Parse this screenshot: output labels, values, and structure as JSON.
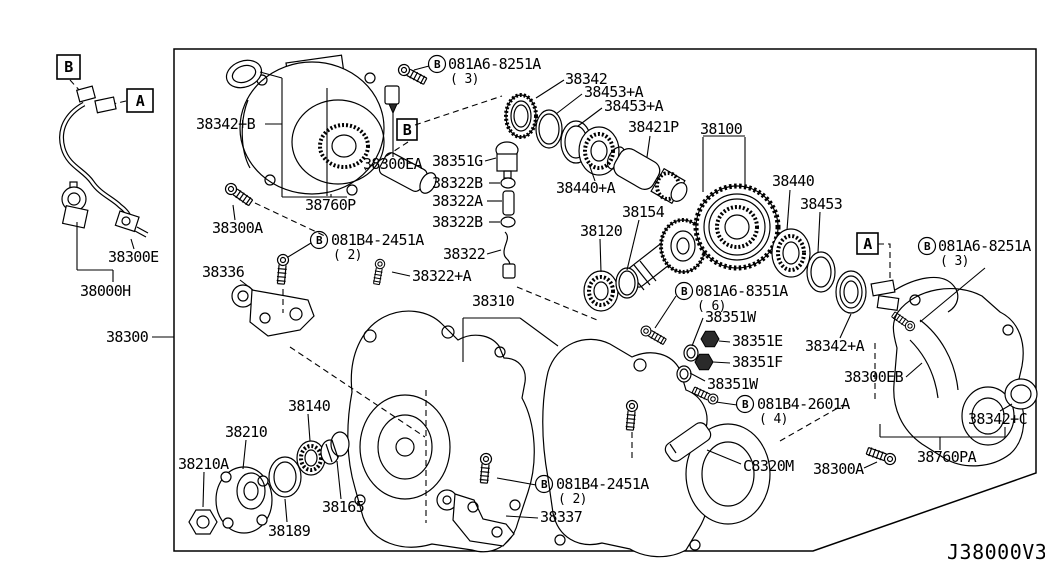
{
  "diagram": {
    "code": "J38000V3",
    "callout_a": "A",
    "callout_b": "B",
    "bolts": {
      "b081a6_8251a": {
        "part": "081A6-8251A",
        "qty": "( 3)"
      },
      "b081a6_8351a": {
        "part": "081A6-8351A",
        "qty": "( 6)"
      },
      "b081b4_2451a": {
        "part": "081B4-2451A",
        "qty": "( 2)"
      },
      "b081b4_2601a": {
        "part": "081B4-2601A",
        "qty": "( 4)"
      }
    },
    "parts": {
      "p38000h": "38000H",
      "p38100": "38100",
      "p38120": "38120",
      "p38140": "38140",
      "p38154": "38154",
      "p38165": "38165",
      "p38189": "38189",
      "p38210": "38210",
      "p38210a": "38210A",
      "p38300": "38300",
      "p38300a": "38300A",
      "p38300e": "38300E",
      "p38300ea": "38300EA",
      "p38300eb": "38300EB",
      "p38310": "38310",
      "p38322": "38322",
      "p38322a": "38322A",
      "p38322b": "38322B",
      "p38322pa": "38322+A",
      "p38336": "38336",
      "p38337": "38337",
      "p38342": "38342",
      "p38342a": "38342+A",
      "p38342b": "38342+B",
      "p38342c": "38342+C",
      "p38351e": "38351E",
      "p38351f": "38351F",
      "p38351g": "38351G",
      "p38351w": "38351W",
      "p38421p": "38421P",
      "p38440": "38440",
      "p38440a": "38440+A",
      "p38453": "38453",
      "p38453a": "38453+A",
      "p38760p": "38760P",
      "p38760pa": "38760PA",
      "pc8320m": "C8320M"
    }
  }
}
